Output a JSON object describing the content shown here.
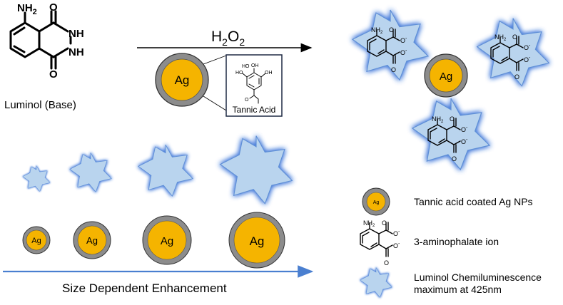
{
  "title": "",
  "colors": {
    "star_fill": "#b9d4ee",
    "star_glow": "#3b73d9",
    "ag_core": "#f5b400",
    "ag_shell": "#8c8c8c",
    "arrow_blue": "#4a7fd0"
  },
  "luminol": {
    "label": "Luminol (Base)",
    "nh2": "NH",
    "nh2_sub": "2",
    "o_top": "O",
    "o_bottom": "O",
    "nh_top": "NH",
    "nh_bottom": "NH"
  },
  "reaction": {
    "h": "H",
    "sub": "2",
    "o": "O",
    "sub2": "2"
  },
  "particle_label": "Ag",
  "tannic": {
    "label": "Tannic Acid",
    "ho1": "HO",
    "oh1": "OH",
    "ho2": "HO",
    "oh2": "OH",
    "o1": "O"
  },
  "aminophthalate": {
    "nh2": "NH",
    "nh2_sub": "2",
    "o": "O",
    "o_minus": "O",
    "minus": "-"
  },
  "size_axis_label": "Size Dependent Enhancement",
  "legend": {
    "particle": "Tannic acid coated Ag NPs",
    "ion": "3-aminophalate ion",
    "cl_line1": "Luminol Chemiluminescence",
    "cl_line2": "maximum at 425nm"
  }
}
